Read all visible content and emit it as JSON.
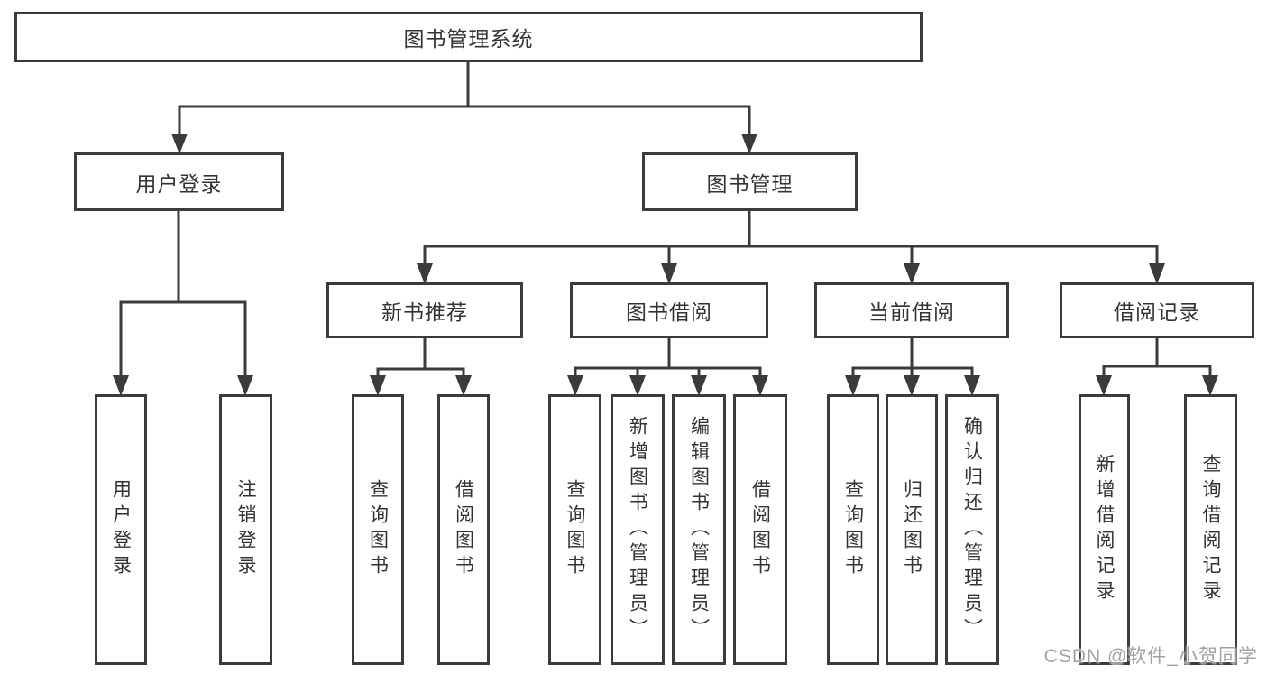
{
  "diagram": {
    "root": {
      "label": "图书管理系统"
    },
    "branches": [
      {
        "label": "用户登录",
        "children": [
          {
            "label": "用户登录"
          },
          {
            "label": "注销登录"
          }
        ]
      },
      {
        "label": "图书管理",
        "children": [
          {
            "label": "新书推荐",
            "children": [
              {
                "label": "查询图书"
              },
              {
                "label": "借阅图书"
              }
            ]
          },
          {
            "label": "图书借阅",
            "children": [
              {
                "label": "查询图书"
              },
              {
                "label": "新增图书（管理员）"
              },
              {
                "label": "编辑图书（管理员）"
              },
              {
                "label": "借阅图书"
              }
            ]
          },
          {
            "label": "当前借阅",
            "children": [
              {
                "label": "查询图书"
              },
              {
                "label": "归还图书"
              },
              {
                "label": "确认归还（管理员）"
              }
            ]
          },
          {
            "label": "借阅记录",
            "children": [
              {
                "label": "新增借阅记录"
              },
              {
                "label": "查询借阅记录"
              }
            ]
          }
        ]
      }
    ],
    "watermark": "CSDN @软件_小贺同学",
    "colors": {
      "line": "#3b3b3b",
      "text": "#333333",
      "watermark": "#a3a3a3",
      "background": "#ffffff"
    }
  }
}
